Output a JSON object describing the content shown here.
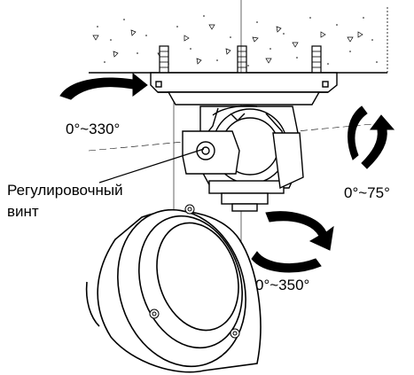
{
  "labels": {
    "pan_range": "0°~330°",
    "tilt_range": "0°~75°",
    "rotate_range": "0°~350°",
    "screw_line1": "Регулировочный",
    "screw_line2": "винт"
  },
  "colors": {
    "line": "#000000",
    "background": "#ffffff",
    "concrete": "#ffffff"
  }
}
